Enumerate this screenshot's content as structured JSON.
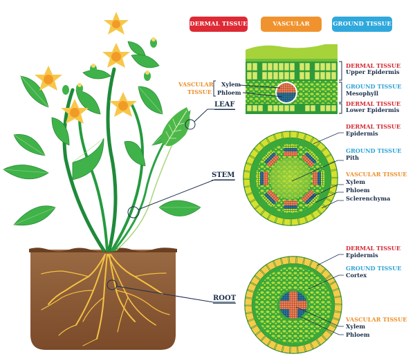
{
  "legend": [
    {
      "label": "DERMAL TISSUE",
      "color": "#dd2a35"
    },
    {
      "label": "VASCULAR TISSUE",
      "color": "#f0932e"
    },
    {
      "label": "GROUND TISSUE",
      "color": "#2fa8dc"
    }
  ],
  "colors": {
    "dermal": "#d42a33",
    "vascular": "#ec8f2b",
    "ground": "#2ea3d6",
    "text_dark": "#1a2e4a",
    "xylem": "#ee8a62",
    "phloem": "#2e6e93",
    "leaf_green": "#3aa53a",
    "soil": "#8a5a36",
    "root": "#f5c343",
    "flower": "#f7c74a"
  },
  "organs": {
    "leaf": "LEAF",
    "stem": "STEM",
    "root": "ROOT"
  },
  "leaf_section": {
    "vascular_label_line1": "VASCULAR",
    "vascular_label_line2": "TISSUE",
    "xylem": "Xylem",
    "phloem": "Phloem",
    "right_labels": [
      {
        "category": "DERMAL TISSUE",
        "type": "dermal",
        "name": "Upper Epidermis"
      },
      {
        "category": "GROUND TISSUE",
        "type": "ground",
        "name": "Mesophyll"
      },
      {
        "category": "DERMAL TISSUE",
        "type": "dermal",
        "name": "Lower Epidermis"
      }
    ]
  },
  "stem_section": {
    "dermal": {
      "category": "DERMAL TISSUE",
      "name": "Epidermis"
    },
    "ground": {
      "category": "GROUND TISSUE",
      "name": "Pith"
    },
    "vascular": {
      "category": "VASCULAR TISSUE",
      "names": [
        "Xylem",
        "Phloem",
        "Sclerenchyma"
      ]
    }
  },
  "root_section": {
    "dermal": {
      "category": "DERMAL TISSUE",
      "name": "Epidermis"
    },
    "ground": {
      "category": "GROUND TISSUE",
      "name": "Cortex"
    },
    "vascular": {
      "category": "VASCULAR TISSUE",
      "names": [
        "Xylem",
        "Phloem"
      ]
    }
  }
}
